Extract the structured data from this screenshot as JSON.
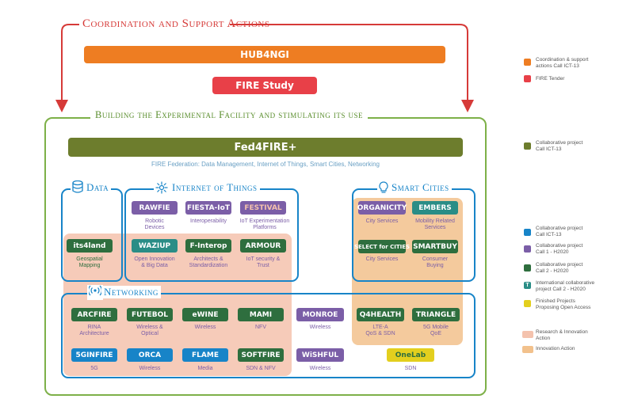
{
  "colors": {
    "orange": "#ee7d22",
    "red": "#e84048",
    "olive": "#6d7d2d",
    "dark_green": "#2e6e3e",
    "blue": "#1784c8",
    "purple": "#7b5ea7",
    "teal": "#2a8d86",
    "yellow": "#e3cf1e",
    "salmon": "#f4c2ad",
    "tan": "#f2c18c",
    "green_outline": "#7db048",
    "heading_red": "#d63a38",
    "heading_green": "#5a8e2d",
    "subtitle": "#6aa0c4"
  },
  "top": {
    "coordination_heading": "Coordination and Support Actions",
    "hub4ngi": "HUB4NGI",
    "fire_study": "FIRE Study"
  },
  "facility": {
    "heading": "Building the Experimental Facility and stimulating its use",
    "fed4fire": "Fed4FIRE+",
    "federation_text": "FIRE Federation: Data Management, Internet of Things, Smart Cities, Networking"
  },
  "sections": {
    "data": "Data",
    "iot": "Internet of Things",
    "smart_cities": "Smart Cities",
    "networking": "Networking"
  },
  "projects": {
    "rawfie": {
      "label": "RAWFIE",
      "sub": "Robotic\nDevices"
    },
    "fiesta": {
      "label": "FIESTA-IoT",
      "sub": "Interoperability"
    },
    "festival": {
      "label": "FESTIVAL",
      "sub": "IoT Experimentation\nPlatforms"
    },
    "organicity": {
      "label": "ORGANICITY",
      "sub": "City Services"
    },
    "embers": {
      "label": "EMBERS",
      "sub": "Mobility Related\nServices"
    },
    "its4land": {
      "label": "its4land",
      "sub": "Geospatial\nMapping"
    },
    "wazuip": {
      "label": "WAZIUP",
      "sub": "Open Innovation\n& Big Data"
    },
    "finterop": {
      "label": "F-Interop",
      "sub": "Architects &\nStandardization"
    },
    "armour": {
      "label": "ARMOUR",
      "sub": "IoT security &\nTrust"
    },
    "select": {
      "label": "SELECT for CITIES",
      "sub": "City Services"
    },
    "smartbuy": {
      "label": "SMARTBUY",
      "sub": "Consumer\nBuying"
    },
    "arcfire": {
      "label": "ARCFIRE",
      "sub": "RINA\nArchitecture"
    },
    "futebol": {
      "label": "FUTEBOL",
      "sub": "Wireless &\nOptical"
    },
    "ewine": {
      "label": "eWINE",
      "sub": "Wireless"
    },
    "mami": {
      "label": "MAMI",
      "sub": "NFV"
    },
    "monroe": {
      "label": "MONROE",
      "sub": "Wireless"
    },
    "q4health": {
      "label": "Q4HEALTH",
      "sub": "LTE-A\nQoS & SDN"
    },
    "triangle": {
      "label": "TRIANGLE",
      "sub": "5G Mobile\nQoE"
    },
    "fivegin": {
      "label": "5GINFIRE",
      "sub": "5G"
    },
    "orca": {
      "label": "ORCA",
      "sub": "Wireless"
    },
    "flame": {
      "label": "FLAME",
      "sub": "Media"
    },
    "softfire": {
      "label": "SOFTFIRE",
      "sub": "SDN & NFV"
    },
    "wishful": {
      "label": "WiSHFUL",
      "sub": "Wireless"
    },
    "onelab": {
      "label": "OneLab",
      "sub": "SDN"
    }
  },
  "legend": {
    "csa": "Coordination & support\nactions Call ICT-13",
    "fire_tender": "FIRE Tender",
    "collab_ict13_a": "Collaborative project\nCall ICT-13",
    "collab_ict13_b": "Collaborative project\nCall ICT-13",
    "collab_call1": "Collaborative project\nCall 1 - H2020",
    "collab_call2": "Collaborative project\nCall 2 - H2020",
    "intl_collab": "International collaborative\nproject Call 2 - H2020",
    "intl_marker": "T",
    "finished": "Finished Projects\nProposing Open Access",
    "ria": "Research & Innovation\nAction",
    "ia": "Innovation Action"
  }
}
